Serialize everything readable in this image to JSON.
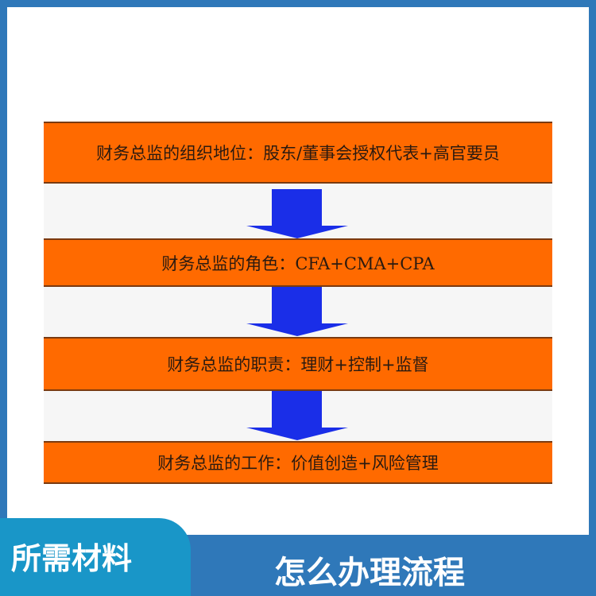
{
  "steps": [
    "财务总监的组织地位：股东/董事会授权代表+高官要员",
    "财务总监的角色：CFA+CMA+CPA",
    "财务总监的职责：理财+控制+监督",
    "财务总监的工作：价值创造+风险管理"
  ],
  "colors": {
    "band": "#ff6a00",
    "arrow": "#1a2ee8",
    "frame": "#2f78b9",
    "tab": "#1996c8"
  },
  "footer": {
    "left_label": "所需材料",
    "right_label": "怎么办理流程"
  }
}
